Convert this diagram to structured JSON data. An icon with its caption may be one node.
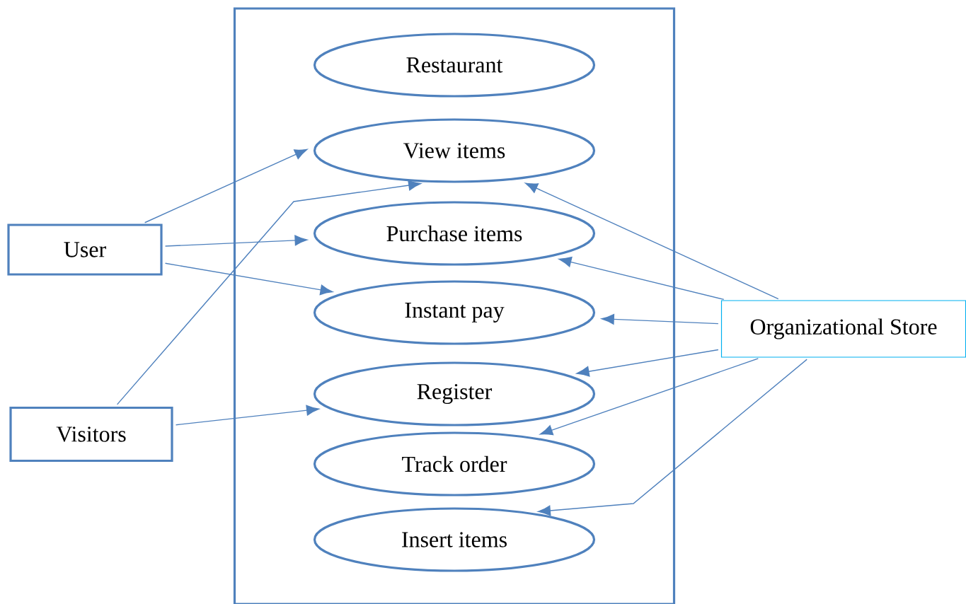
{
  "diagram": {
    "nodes": [
      {
        "text": [],
        "shape": "box"
      },
      {
        "text": [
          "Restaurant"
        ],
        "in": 0
      },
      {
        "text": [
          "View items"
        ],
        "in": 0
      },
      {
        "text": [
          "Purchase items"
        ],
        "in": 0
      },
      {
        "text": [
          "Instant pay"
        ],
        "in": 0
      },
      {
        "text": [
          "Register"
        ],
        "in": 0
      },
      {
        "text": [
          "Track order"
        ],
        "in": 0
      },
      {
        "text": [
          "Insert items"
        ],
        "in": 0
      },
      {
        "text": [
          "User"
        ]
      },
      {
        "text": [
          "Visitors"
        ]
      },
      {
        "text": [
          "Organizational Store"
        ]
      }
    ],
    "edges": [
      {
        "from": 8,
        "to": 2,
        "arrow": "to"
      },
      {
        "from": 8,
        "to": 3,
        "arrow": "to"
      },
      {
        "from": 8,
        "to": 4,
        "arrow": "to"
      },
      {
        "from": 9,
        "to": 2,
        "arrow": "to"
      },
      {
        "from": 9,
        "to": 5,
        "arrow": "to"
      },
      {
        "from": 10,
        "to": 2,
        "arrow": "to"
      },
      {
        "from": 10,
        "to": 3,
        "arrow": "to"
      },
      {
        "from": 10,
        "to": 4,
        "arrow": "to"
      },
      {
        "from": 10,
        "to": 5,
        "arrow": "to"
      },
      {
        "from": 10,
        "to": 6,
        "arrow": "to"
      },
      {
        "from": 10,
        "to": 7,
        "arrow": "to"
      }
    ]
  }
}
